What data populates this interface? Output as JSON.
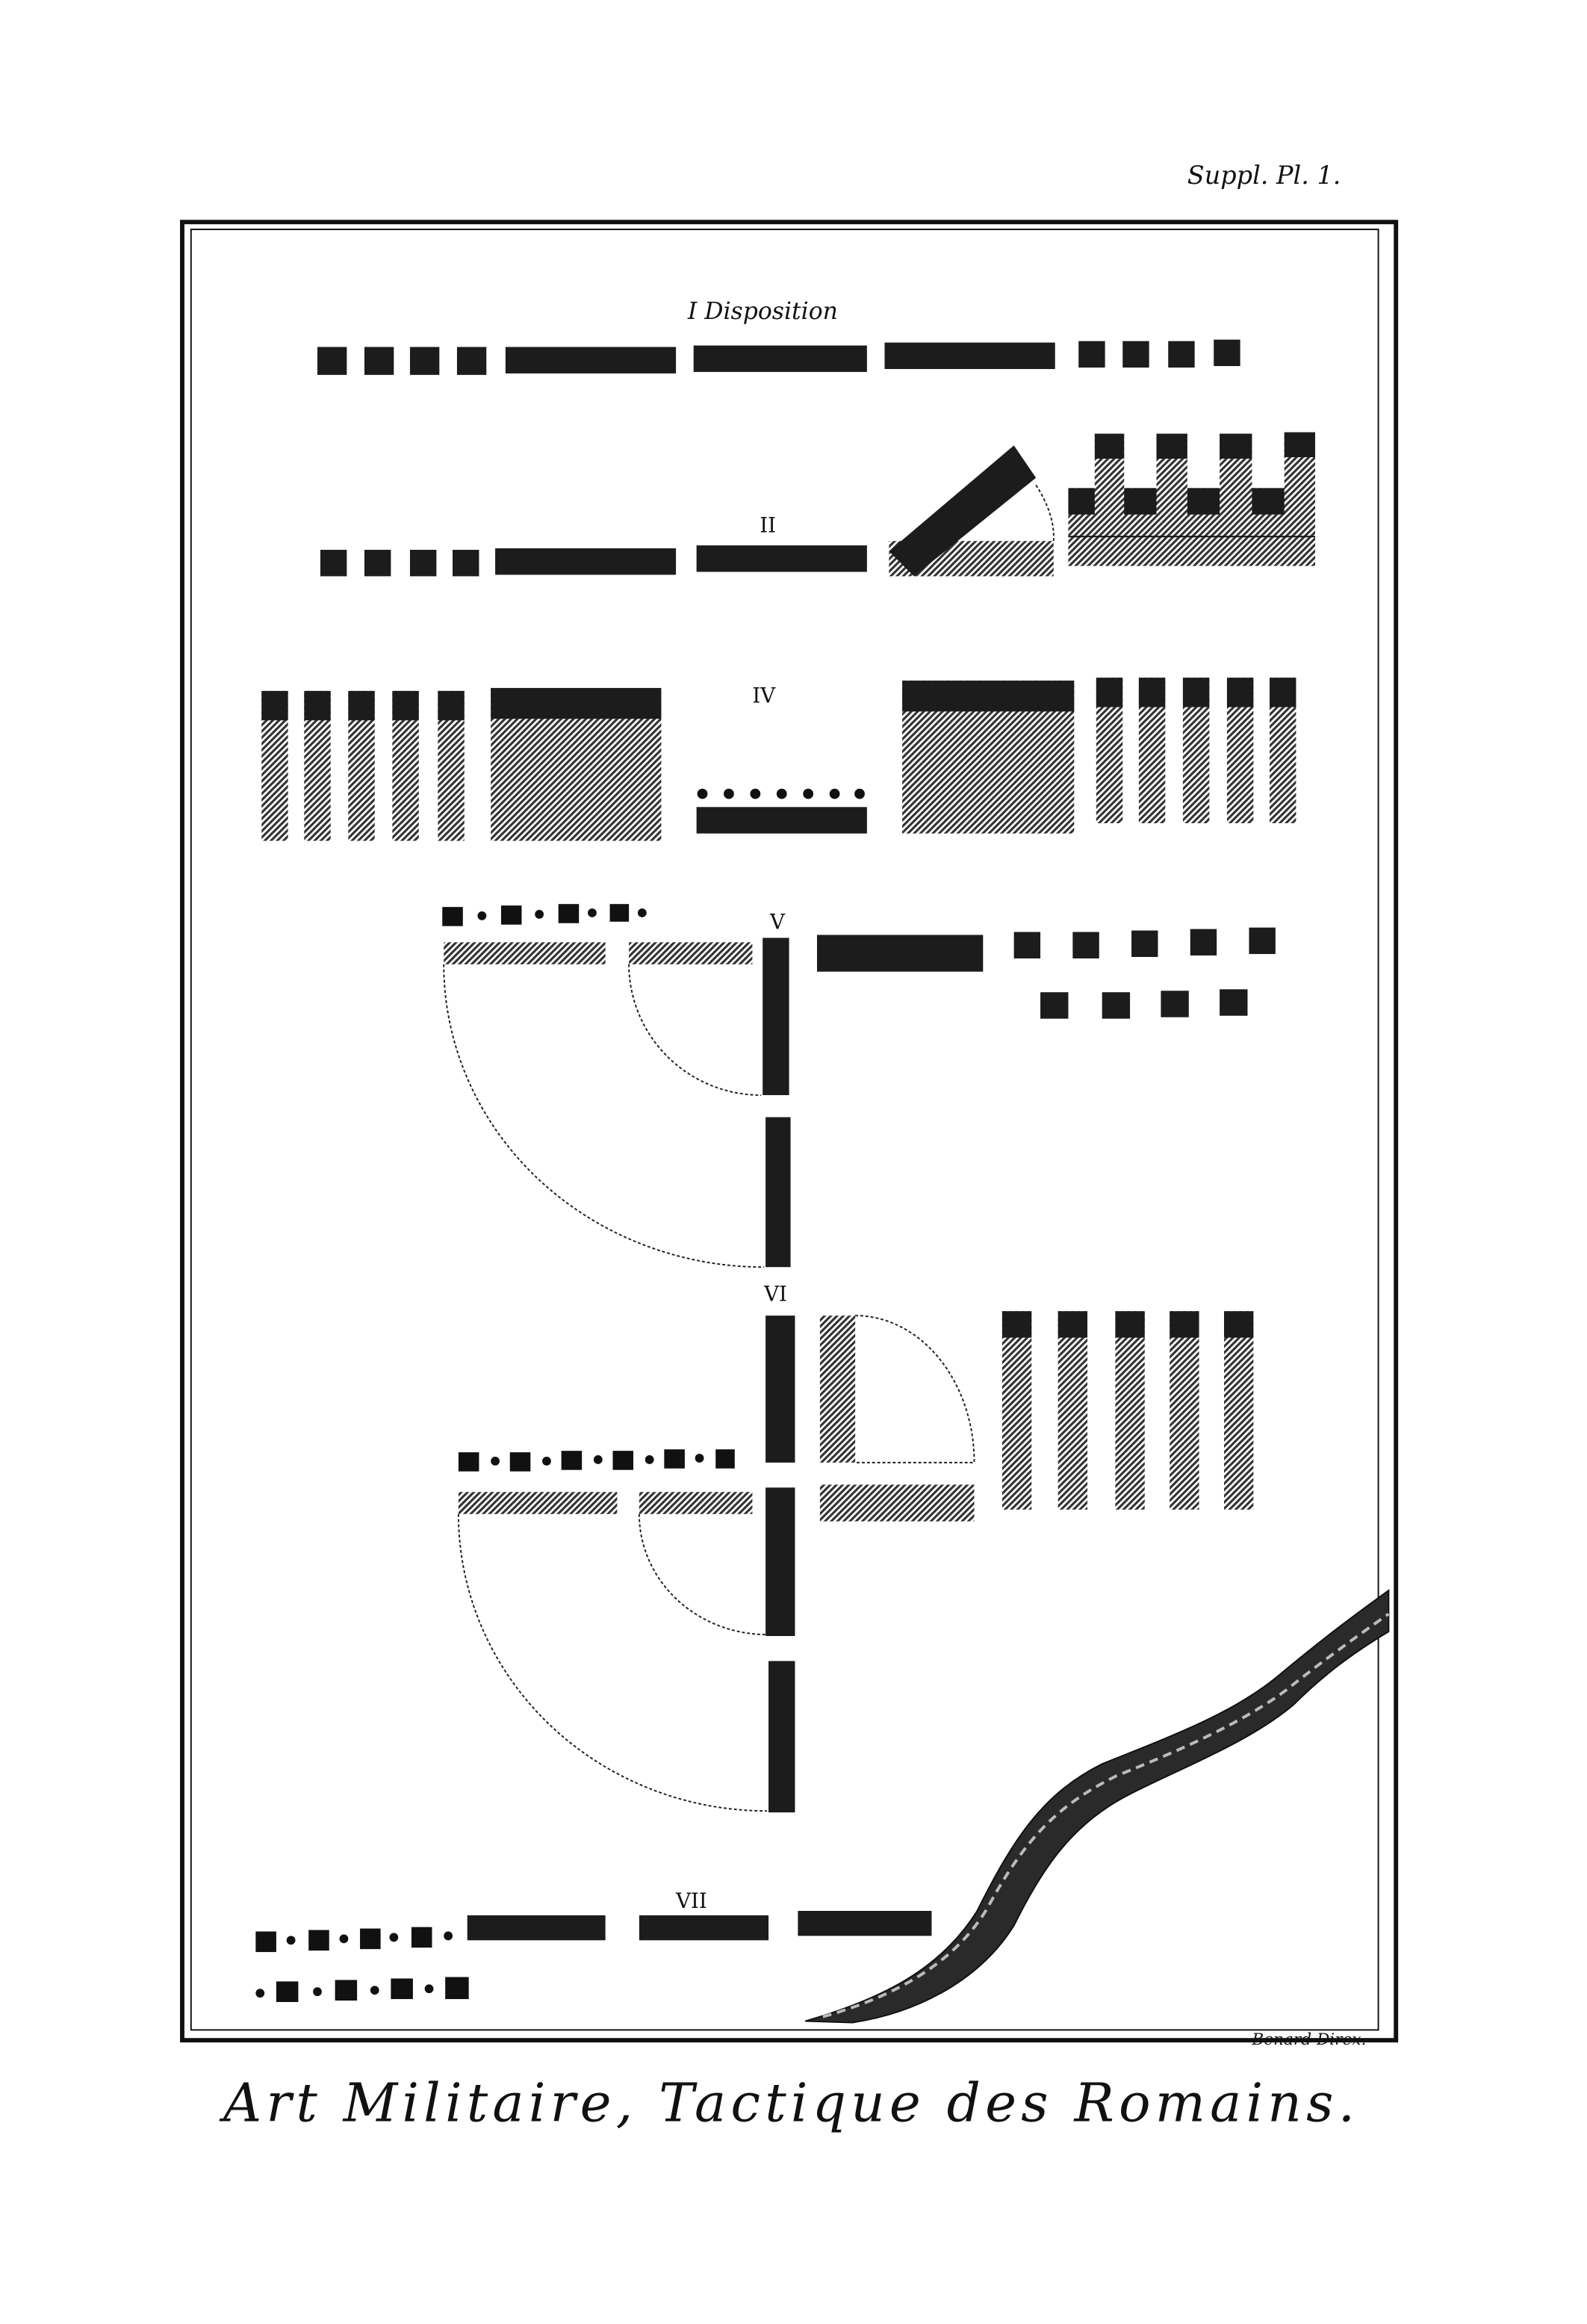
{
  "plate": {
    "plate_number": "Suppl. Pl. 1.",
    "title": "Art Militaire, Tactique des Romains.",
    "engraver_credit": "Benard Direx."
  },
  "figures": [
    {
      "label": "I Disposition"
    },
    {
      "label": "II"
    },
    {
      "label": "IV"
    },
    {
      "label": "V"
    },
    {
      "label": "VI"
    },
    {
      "label": "VII"
    }
  ],
  "colors": {
    "ink": "#1c1c1c",
    "paper": "#ffffff"
  }
}
